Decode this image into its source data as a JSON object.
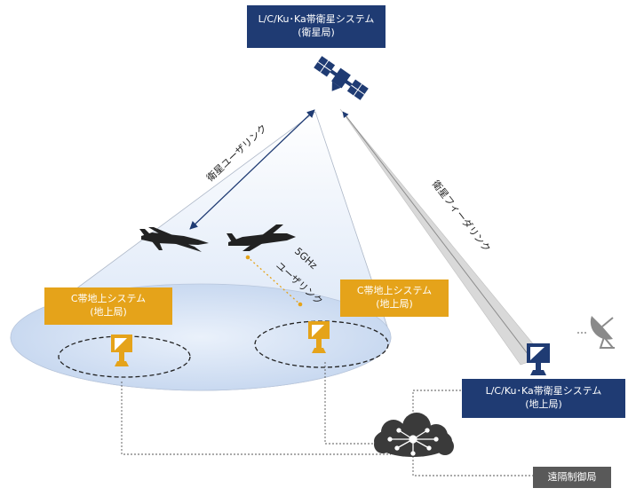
{
  "satellite_station_box": {
    "line1": "L/C/Ku･Ka帯衛星システム",
    "line2": "(衛星局)"
  },
  "ground_satellite_box": {
    "line1": "L/C/Ku･Ka帯衛星システム",
    "line2": "(地上局)"
  },
  "c_band_left_box": {
    "line1": "C帯地上システム",
    "line2": "(地上局)"
  },
  "c_band_right_box": {
    "line1": "C帯地上システム",
    "line2": "(地上局)"
  },
  "remote_control_box": {
    "label": "遠隔制御局"
  },
  "labels": {
    "sat_user_link": "衛星ユーザリンク",
    "sat_feeder_link": "衛星フィーダリンク",
    "band_5ghz": "5GHz",
    "user_link": "ユーザリンク"
  },
  "colors": {
    "navy": "#1f3b73",
    "gold": "#e5a31a",
    "grey": "#595959",
    "coverage": "#c9d9f2",
    "cloud": "#3a3a3a"
  },
  "icons": [
    "satellite-icon",
    "drone-icon",
    "drone-icon",
    "antenna-dish-icon",
    "antenna-dish-icon",
    "ground-dish-icon",
    "remote-dish-icon",
    "cloud-network-icon"
  ]
}
